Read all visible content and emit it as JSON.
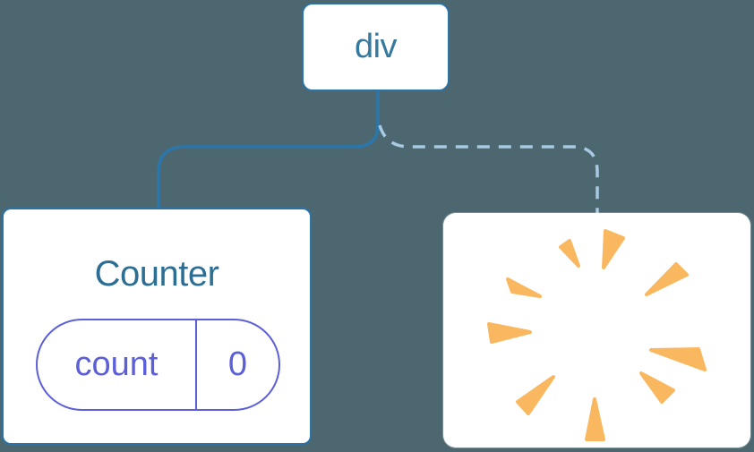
{
  "diagram": {
    "description": "component tree: div parent with preserved Counter child (solid link) and destroyed child shown as poof burst (dashed link)",
    "background_color": "#4D6771",
    "root": {
      "label": "div",
      "text_color": "#35799F",
      "border_color": "#2B73A6"
    },
    "counter": {
      "title": "Counter",
      "title_color": "#2D6E94",
      "border_color": "#2B73A6",
      "state": {
        "key": "count",
        "value": "0",
        "accent_color": "#5C5FD8"
      }
    },
    "poof": {
      "meaning": "removed / destroyed component",
      "color": "#F9B85F",
      "rays": [
        "179,61 181,20 201,28",
        "151,59 131,38 141,31",
        "227,91 260,57 272,69",
        "108,93 72,74 77,88",
        "97,133 51,124 54,144",
        "232,153 285,152 292,175",
        "221,179 244,211 257,198",
        "123,183 83,211 95,224",
        "169,208 160,253 179,253"
      ]
    },
    "connections": [
      {
        "from": "div",
        "to": "Counter",
        "style": "solid",
        "color": "#2B76AB"
      },
      {
        "from": "div",
        "to": "poof",
        "style": "dashed",
        "color": "#A7C9E2"
      }
    ]
  }
}
